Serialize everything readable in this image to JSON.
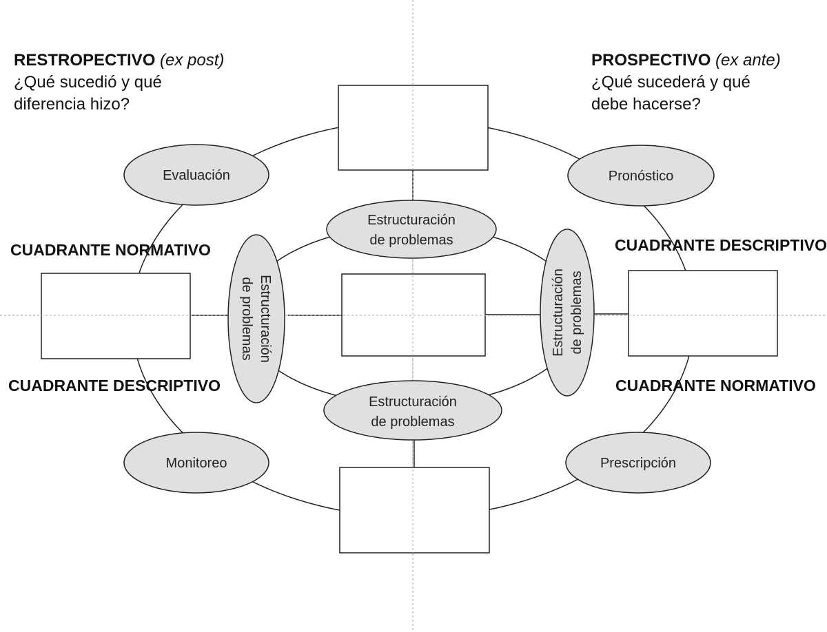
{
  "headings": {
    "retrospective": {
      "title": "RESTROPECTIVO",
      "qualifier": "(ex post)",
      "question_line1": "¿Qué sucedió y qué",
      "question_line2": "diferencia hizo?"
    },
    "prospective": {
      "title": "PROSPECTIVO",
      "qualifier": "(ex ante)",
      "question_line1": "¿Qué sucederá y qué",
      "question_line2": "debe hacerse?"
    }
  },
  "quadrants": {
    "left_upper": "CUADRANTE NORMATIVO",
    "left_lower": "CUADRANTE DESCRIPTIVO",
    "right_upper": "CUADRANTE DESCRIPTIVO",
    "right_lower": "CUADRANTE NORMATIVO"
  },
  "methods": {
    "evaluation": "Evaluación",
    "forecast": "Pronóstico",
    "monitoring": "Monitoreo",
    "prescription": "Prescripción"
  },
  "structuring": {
    "top": [
      "Estructuración",
      "de problemas"
    ],
    "bottom": [
      "Estructuración",
      "de problemas"
    ],
    "left": [
      "Estructuración",
      "de problemas"
    ],
    "right": [
      "Estructuración",
      "de problemas"
    ]
  },
  "colors": {
    "ellipse_fill": "#e0e0e0",
    "stroke": "#222222",
    "guide": "#aaaaaa"
  }
}
